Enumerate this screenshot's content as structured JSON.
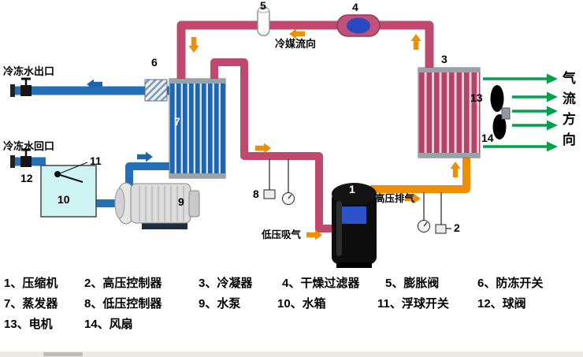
{
  "colors": {
    "hot_pipe": "#bf4a6e",
    "cold_pipe": "#2470b8",
    "gas_pipe": "#ef8e00",
    "flow_arrow": "#ef8e00",
    "air_arrow": "#00a14b",
    "tank_fill": "#cdf4f2",
    "compressor_panel": "#2b52c8"
  },
  "flow_labels": {
    "chilled_water_outlet": "冷冻水出口",
    "chilled_water_return": "冷冻水回口",
    "refrigerant_flow": "冷媒流向",
    "high_pressure_discharge": "高压排气",
    "low_pressure_suction": "低压吸气",
    "airflow_direction": "气流方向"
  },
  "component_numbers": {
    "compressor": "1",
    "high_pressure_controller": "2",
    "condenser": "3",
    "dry_filter": "4",
    "expansion_valve": "5",
    "antifreeze_switch": "6",
    "evaporator": "7",
    "low_pressure_controller": "8",
    "water_pump": "9",
    "water_tank": "10",
    "float_switch": "11",
    "ball_valve": "12",
    "motor": "13",
    "fan": "14"
  },
  "legend": {
    "items": [
      {
        "text": "1、压缩机"
      },
      {
        "text": "2、高压控制器"
      },
      {
        "text": "3、冷凝器"
      },
      {
        "text": "4、干燥过滤器"
      },
      {
        "text": "5、膨胀阀"
      },
      {
        "text": "6、防冻开关"
      },
      {
        "text": "7、蒸发器"
      },
      {
        "text": "8、低压控制器"
      },
      {
        "text": "9、水泵"
      },
      {
        "text": "10、水箱"
      },
      {
        "text": "11、浮球开关"
      },
      {
        "text": "12、球阀"
      },
      {
        "text": "13、电机"
      },
      {
        "text": "14、风扇"
      }
    ]
  }
}
